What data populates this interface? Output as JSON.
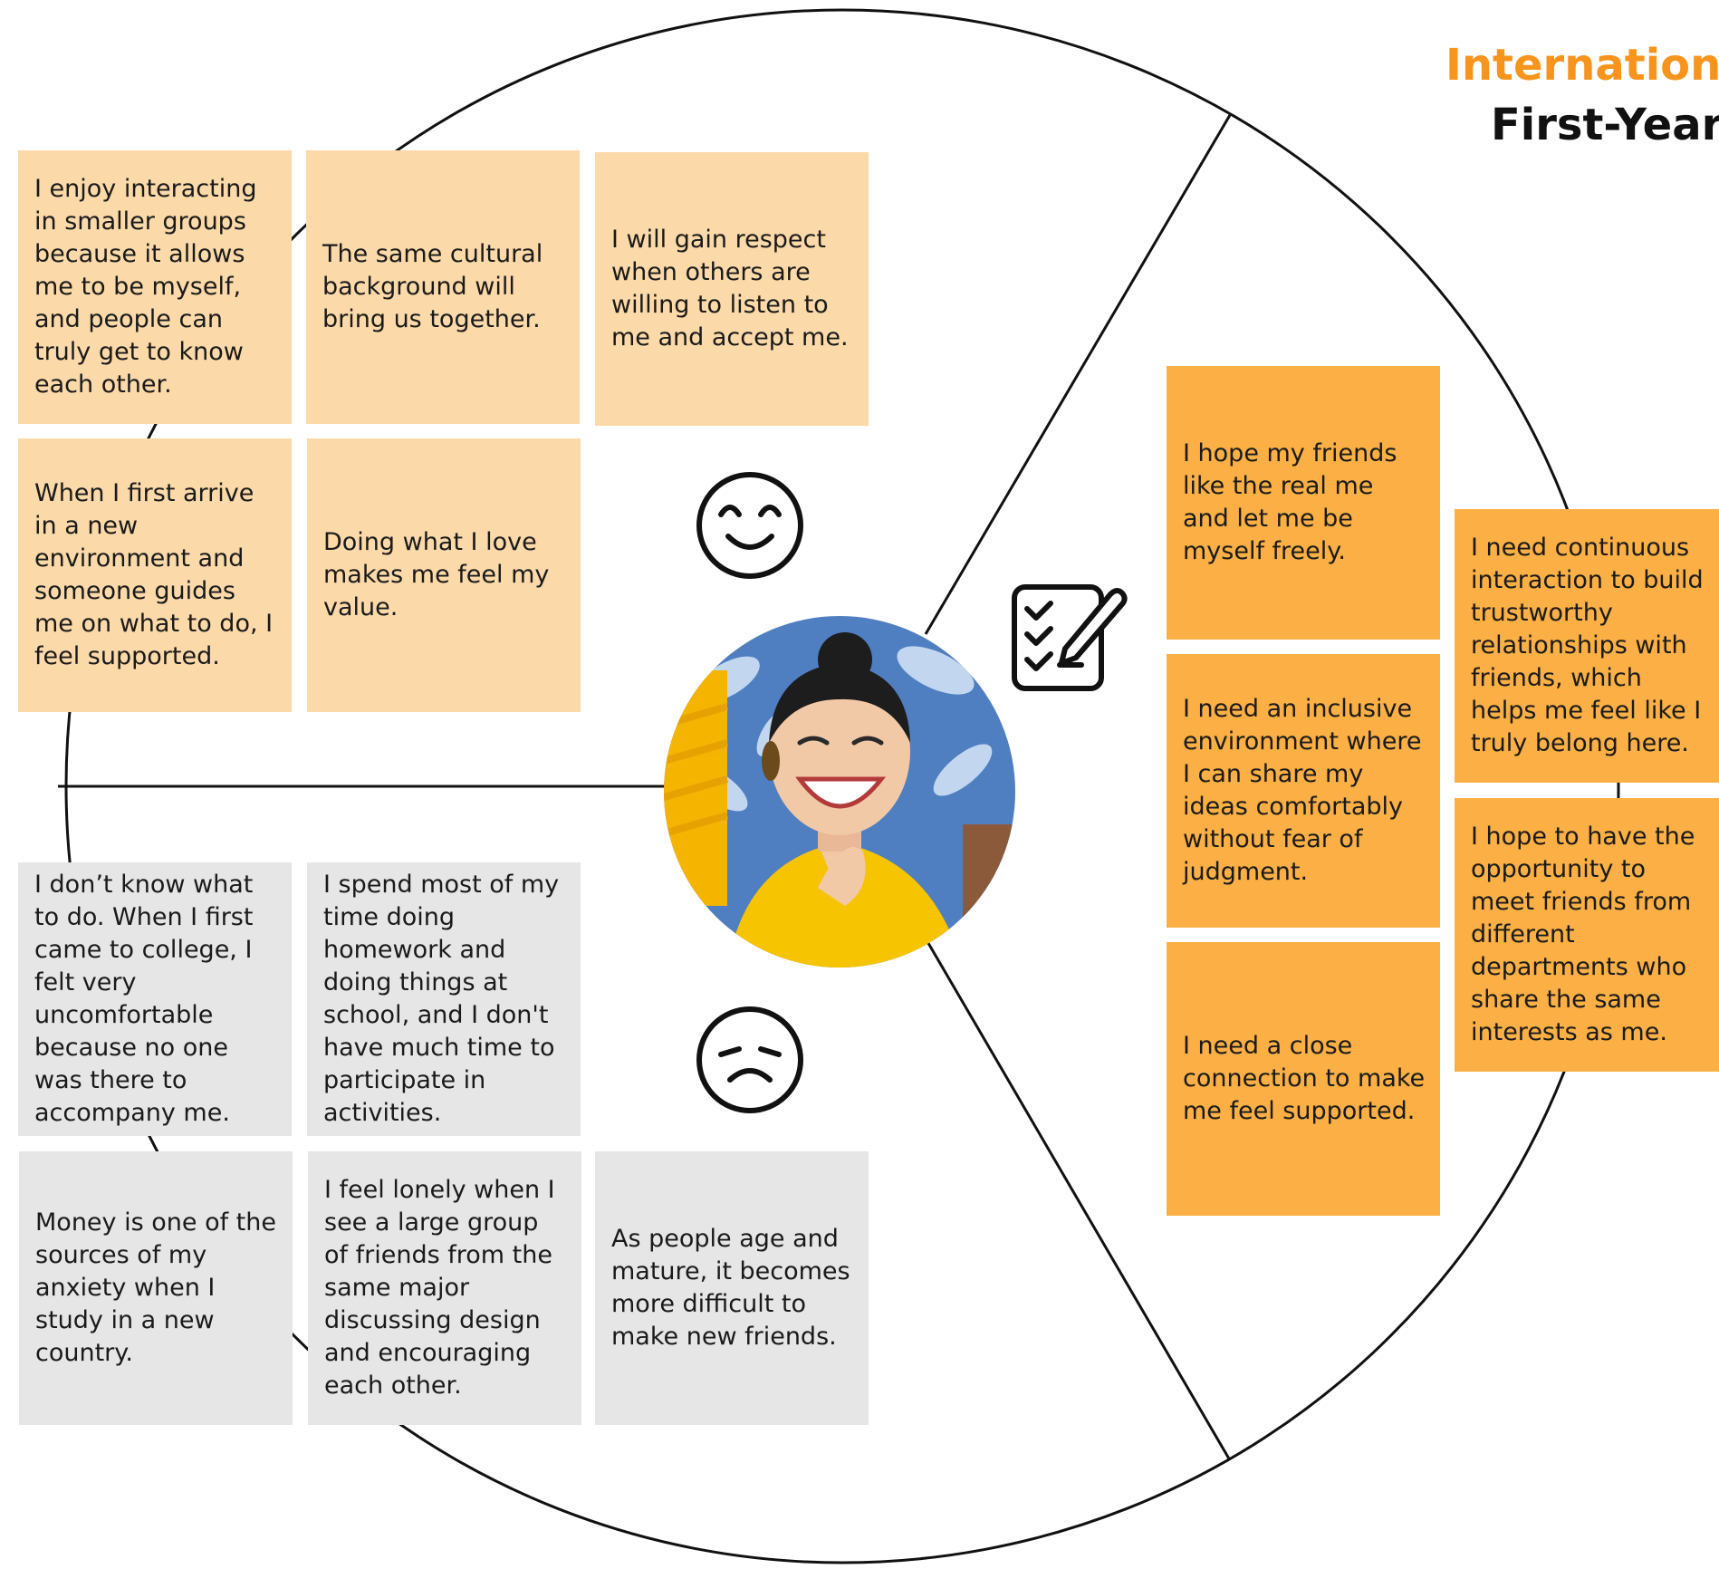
{
  "title": {
    "line1": "Internationa",
    "line2": "First-Year"
  },
  "colors": {
    "accent_orange": "#f7941d",
    "note_light": "#fcd9a9",
    "note_strong": "#fbaf44",
    "note_grey": "#e6e6e6",
    "line": "#111111"
  },
  "positive_notes": [
    {
      "text": "I enjoy interacting in smaller groups because it allows me to be myself, and people can truly get to know each other."
    },
    {
      "text": "The same cultural background will bring us together."
    },
    {
      "text": "I will gain respect when others are willing to listen to me and accept me."
    },
    {
      "text": "When I first arrive in a new environment and someone guides me on what to do, I feel supported."
    },
    {
      "text": "Doing what I love makes me feel my value."
    }
  ],
  "negative_notes": [
    {
      "text": "I don’t know what to do. When I first came to college, I felt very uncomfortable because no one was there to accompany me."
    },
    {
      "text": "I spend most of my time doing homework and doing things at school, and I don't have much time to participate in activities."
    },
    {
      "text": "Money is one of the sources of my anxiety when I study in a new country."
    },
    {
      "text": "I feel lonely when I see a large group of friends from the same major discussing design and encouraging each other."
    },
    {
      "text": "As people age and mature, it becomes more difficult to make new friends."
    }
  ],
  "needs_notes": [
    {
      "text": "I hope my friends like the real me and let me be myself freely."
    },
    {
      "text": "I need an inclusive environment where I can share my ideas comfortably without fear of judgment."
    },
    {
      "text": "I need a close connection to make me feel supported."
    },
    {
      "text": "I need continuous interaction to build trustworthy relationships with friends, which helps me feel like I truly belong here."
    },
    {
      "text": "I hope to have the opportunity to meet friends from different departments who share the same interests as me."
    }
  ],
  "icons": {
    "positive": "smiling-face-icon",
    "negative": "frowning-face-icon",
    "needs": "checklist-icon",
    "persona": "persona-photo"
  }
}
